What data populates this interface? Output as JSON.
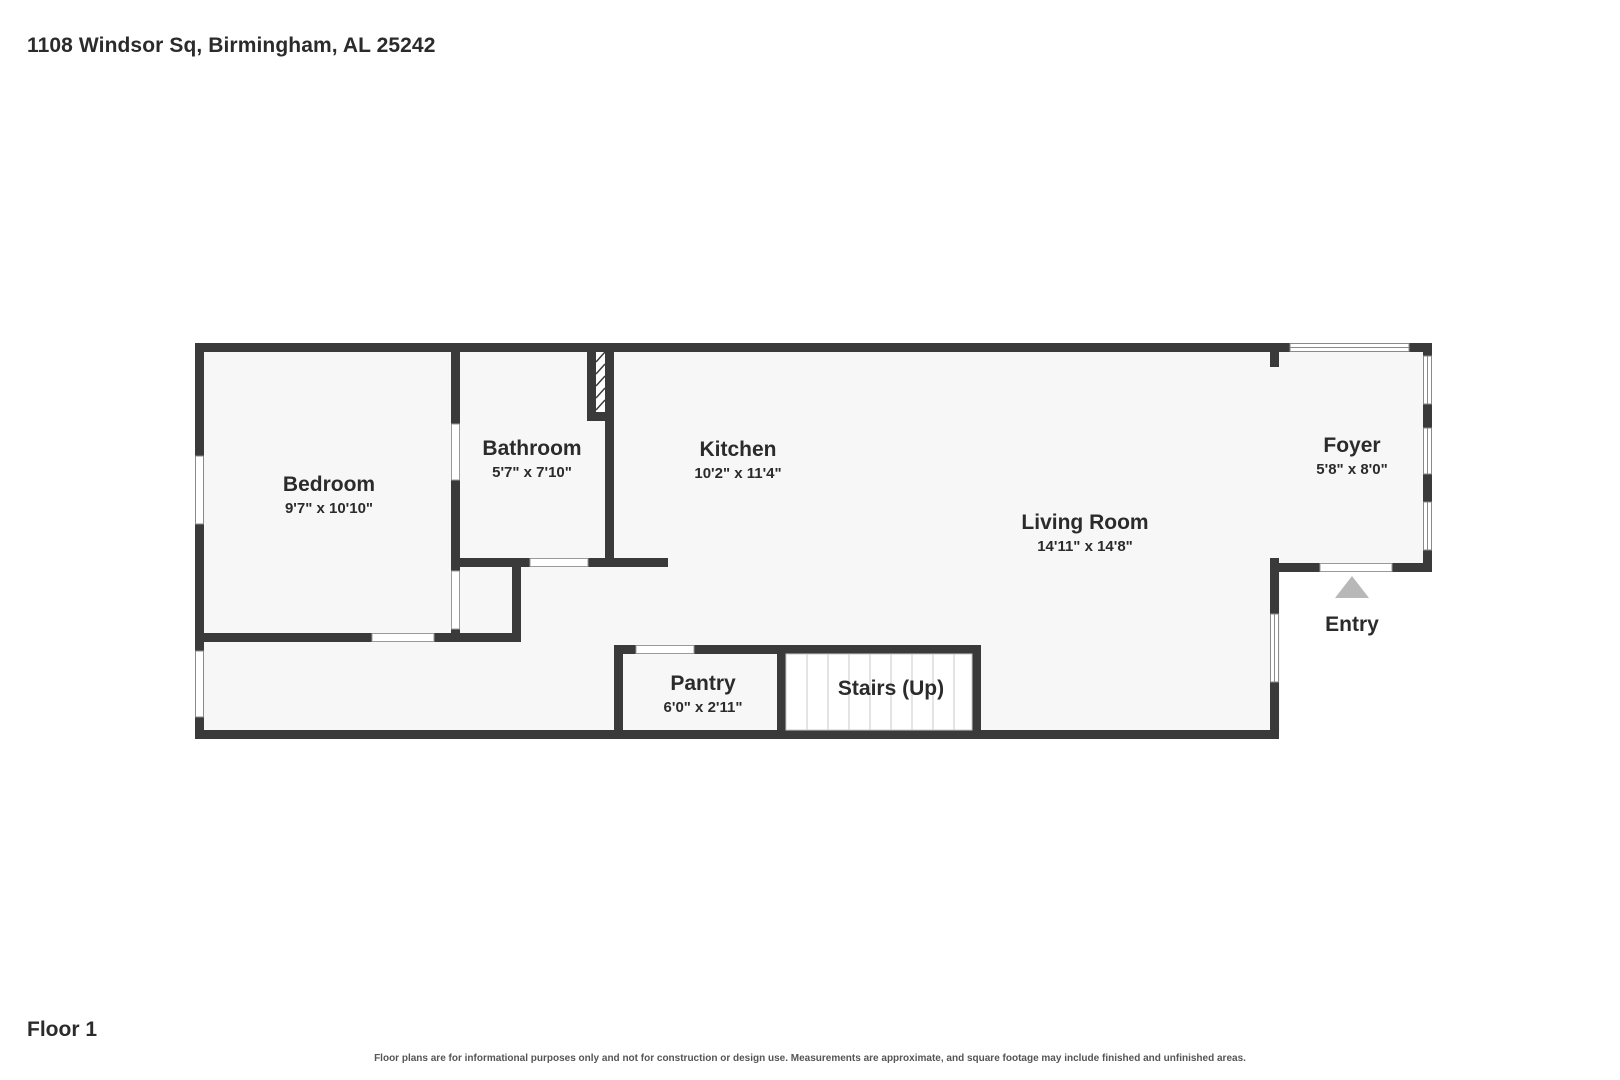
{
  "header": {
    "address": "1108 Windsor Sq, Birmingham, AL 25242"
  },
  "floor": {
    "label": "Floor 1"
  },
  "rooms": {
    "bedroom": {
      "name": "Bedroom",
      "dims": "9'7\" x 10'10\""
    },
    "bathroom": {
      "name": "Bathroom",
      "dims": "5'7\" x 7'10\""
    },
    "kitchen": {
      "name": "Kitchen",
      "dims": "10'2\" x 11'4\""
    },
    "living": {
      "name": "Living Room",
      "dims": "14'11\" x 14'8\""
    },
    "foyer": {
      "name": "Foyer",
      "dims": "5'8\" x 8'0\""
    },
    "pantry": {
      "name": "Pantry",
      "dims": "6'0\" x 2'11\""
    },
    "stairs": {
      "name": "Stairs (Up)"
    }
  },
  "entry": {
    "label": "Entry"
  },
  "footer": {
    "disclaimer": "Floor plans are for informational purposes only and not for construction or design use. Measurements are approximate, and square footage may include finished and unfinished areas."
  },
  "colors": {
    "wall": "#3a3a3a",
    "floor": "#f7f7f7",
    "entry_marker": "#b8b8b8"
  }
}
